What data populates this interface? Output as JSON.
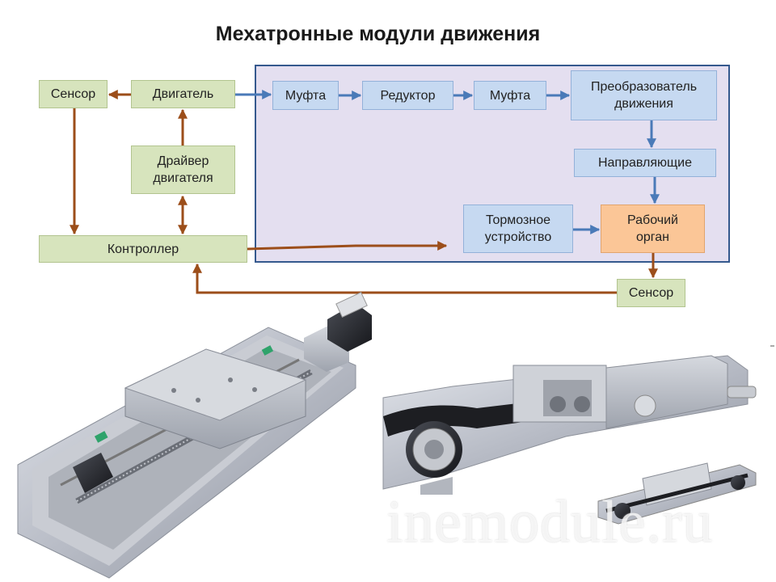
{
  "title": "Мехатронные модули движения",
  "blocks": {
    "sensor_left": "Сенсор",
    "motor": "Двигатель",
    "driver": "Драйвер двигателя",
    "controller": "Контроллер",
    "coupling_1": "Муфта",
    "reducer": "Редуктор",
    "coupling_2": "Муфта",
    "motion_converter": "Преобразователь движения",
    "guides": "Направляющие",
    "brake": "Тормозное устройство",
    "working_body": "Рабочий орган",
    "sensor_right": "Сенсор"
  },
  "watermark": "inemodule.ru",
  "colors": {
    "frame_fill": "#e4dff0",
    "frame_border": "#35598e",
    "green_block": "#d7e4bd",
    "blue_block": "#c6d9f1",
    "orange_block": "#fbc697",
    "arrow_brown": "#9c4e1a",
    "arrow_blue": "#4a7ab8"
  },
  "photos": [
    "linear-stage-photo",
    "belt-drive-module-photo",
    "compact-module-photo"
  ]
}
